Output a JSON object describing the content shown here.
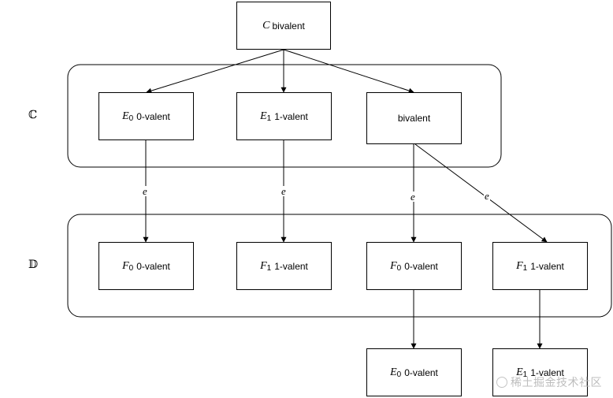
{
  "nodes": {
    "top": {
      "math": "C",
      "sub": "",
      "text": "bivalent"
    },
    "c_left": {
      "math": "E",
      "sub": "0",
      "text": "0-valent"
    },
    "c_mid": {
      "math": "E",
      "sub": "1",
      "text": "1-valent"
    },
    "c_right": {
      "math": "",
      "sub": "",
      "text": "bivalent"
    },
    "d1": {
      "math": "F",
      "sub": "0",
      "text": "0-valent"
    },
    "d2": {
      "math": "F",
      "sub": "1",
      "text": "1-valent"
    },
    "d3": {
      "math": "F",
      "sub": "0",
      "text": "0-valent"
    },
    "d4": {
      "math": "F",
      "sub": "1",
      "text": "1-valent"
    },
    "b1": {
      "math": "E",
      "sub": "0",
      "text": "0-valent"
    },
    "b2": {
      "math": "E",
      "sub": "1",
      "text": "1-valent"
    }
  },
  "set_labels": {
    "c": "ℂ",
    "d": "𝔻"
  },
  "edge_label": "e",
  "watermark": "稀土掘金技术社区",
  "colors": {
    "line": "#000000",
    "background": "#ffffff",
    "watermark": "#bdbdbd"
  }
}
